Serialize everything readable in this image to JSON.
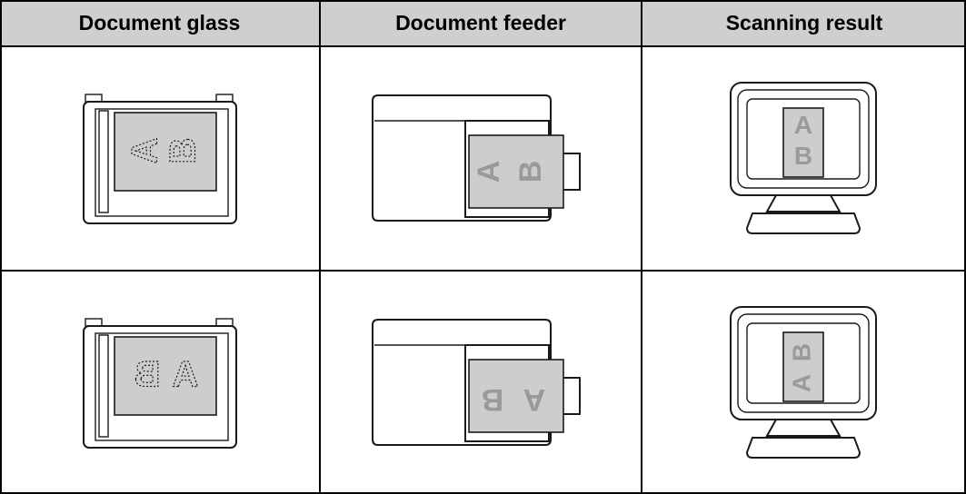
{
  "headers": [
    "Document glass",
    "Document feeder",
    "Scanning result"
  ],
  "rows": [
    {
      "glass_letters": [
        "A",
        "B"
      ],
      "feeder_letters": [
        "A",
        "B"
      ],
      "result_letters": [
        "A",
        "B"
      ]
    },
    {
      "glass_letters": [
        "B",
        "A"
      ],
      "feeder_letters": [
        "B",
        "A"
      ],
      "result_letters": [
        "A",
        "B"
      ]
    }
  ]
}
